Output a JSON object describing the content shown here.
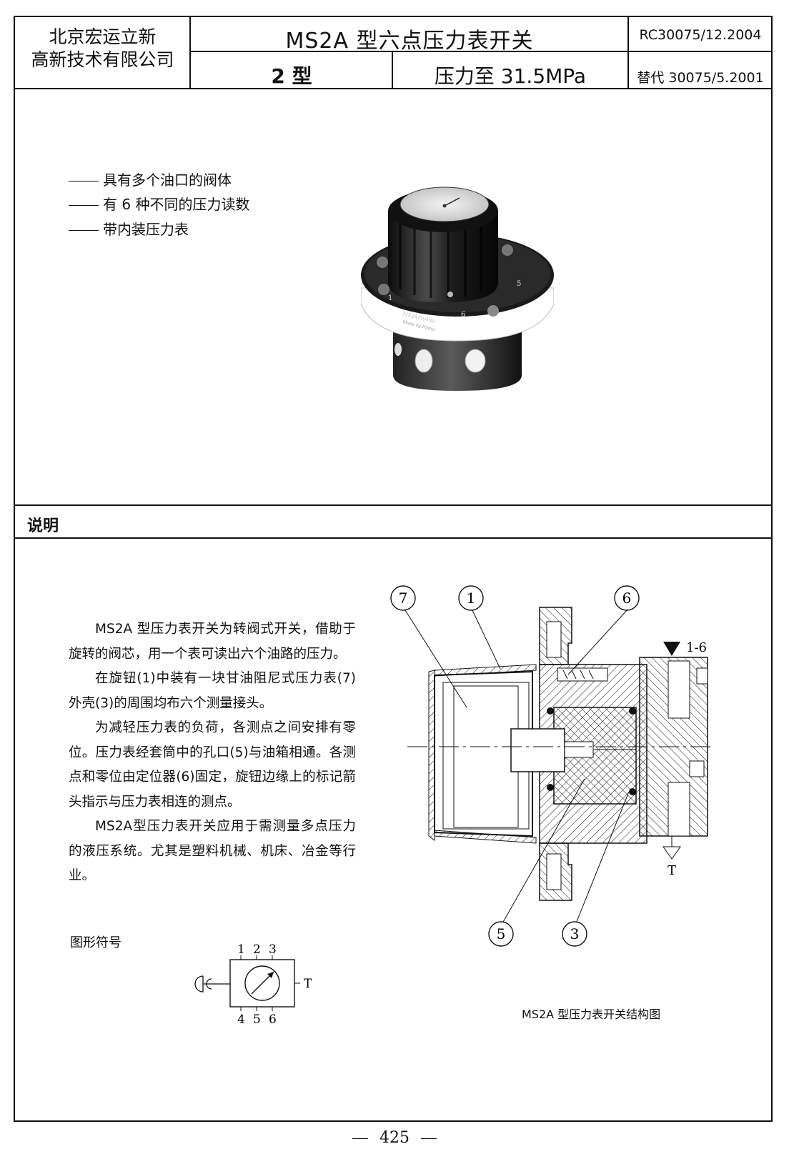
{
  "header": {
    "company": [
      "北京宏运立新",
      "高新技术有限公司"
    ],
    "title": "MS2A 型六点压力表开关",
    "code": "RC30075/12.2004",
    "type": "2 型",
    "pressure": "压力至 31.5MPa",
    "replaces": "替代 30075/5.2001"
  },
  "features": [
    "具有多个油口的阀体",
    "有 6 种不同的压力读数",
    "带内装压力表"
  ],
  "photo": {
    "label_model": "MS2A20/400",
    "label_made": "Made by Hydac",
    "scale_marks": [
      "1",
      "5",
      "6"
    ]
  },
  "section_title": "说明",
  "description": [
    "MS2A 型压力表开关为转阀式开关，借助于旋转的阀芯，用一个表可读出六个油路的压力。",
    "在旋钮(1)中装有一块甘油阻尼式压力表(7)外壳(3)的周围均布六个测量接头。",
    "为减轻压力表的负荷，各测点之间安排有零位。压力表经套筒中的孔口(5)与油箱相通。各测点和零位由定位器(6)固定，旋钮边缘上的标记箭头指示与压力表相连的测点。",
    "MS2A型压力表开关应用于需测量多点压力的液压系统。尤其是塑料机械、机床、冶金等行业。"
  ],
  "symbol": {
    "label": "图形符号",
    "top_ports": [
      "1",
      "2",
      "3"
    ],
    "bottom_ports": [
      "4",
      "5",
      "6"
    ],
    "side_port": "T"
  },
  "drawing": {
    "callouts": [
      "7",
      "1",
      "6",
      "5",
      "3"
    ],
    "inlet_label": "1-6",
    "tank_label": "T",
    "caption": "MS2A 型压力表开关结构图"
  },
  "page_number": "425"
}
